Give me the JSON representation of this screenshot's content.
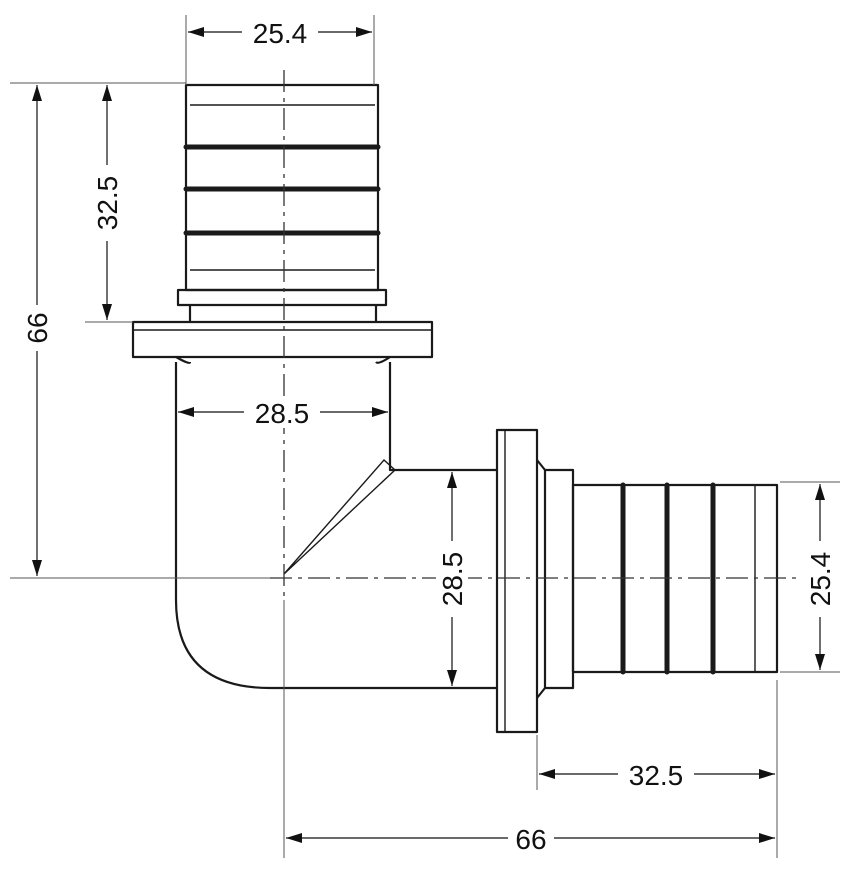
{
  "dimensions": {
    "top_outer_diameter": "25.4",
    "top_insert_length": "32.5",
    "overall_height": "66",
    "top_body_diameter": "28.5",
    "side_body_diameter": "28.5",
    "side_outer_diameter": "25.4",
    "side_insert_length": "32.5",
    "overall_width": "66"
  }
}
